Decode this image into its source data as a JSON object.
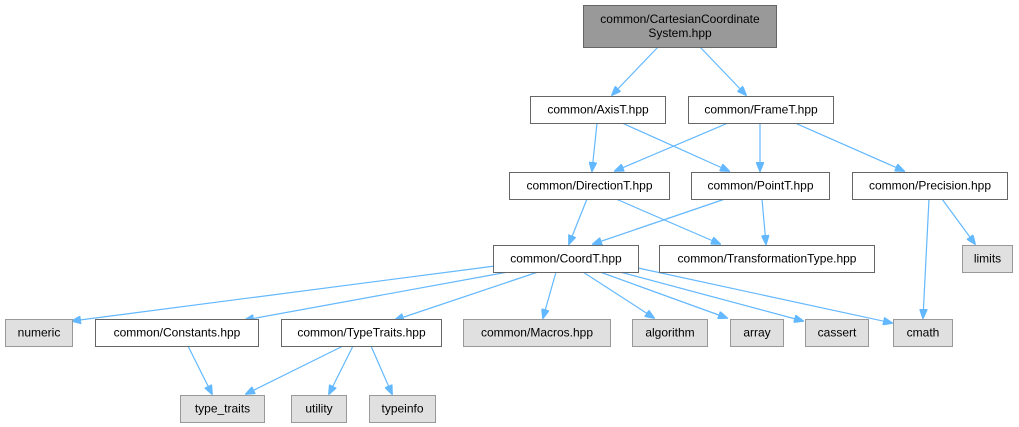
{
  "diagram": {
    "colors": {
      "focus_fill": "#999999",
      "focus_border": "#666666",
      "documented_fill": "#ffffff",
      "documented_border": "#666666",
      "external_fill": "#e0e0e0",
      "external_border": "#999999",
      "edge": "#63b8ff"
    },
    "nodes": [
      {
        "id": "cartesian",
        "lines": [
          "common/CartesianCoordinate",
          "System.hpp"
        ],
        "kind": "focus"
      },
      {
        "id": "axist",
        "lines": [
          "common/AxisT.hpp"
        ],
        "kind": "documented"
      },
      {
        "id": "framet",
        "lines": [
          "common/FrameT.hpp"
        ],
        "kind": "documented"
      },
      {
        "id": "directiont",
        "lines": [
          "common/DirectionT.hpp"
        ],
        "kind": "documented"
      },
      {
        "id": "pointt",
        "lines": [
          "common/PointT.hpp"
        ],
        "kind": "documented"
      },
      {
        "id": "precision",
        "lines": [
          "common/Precision.hpp"
        ],
        "kind": "documented"
      },
      {
        "id": "coordt",
        "lines": [
          "common/CoordT.hpp"
        ],
        "kind": "documented"
      },
      {
        "id": "transformationtype",
        "lines": [
          "common/TransformationType.hpp"
        ],
        "kind": "documented"
      },
      {
        "id": "limits",
        "lines": [
          "limits"
        ],
        "kind": "external"
      },
      {
        "id": "numeric",
        "lines": [
          "numeric"
        ],
        "kind": "external"
      },
      {
        "id": "constants",
        "lines": [
          "common/Constants.hpp"
        ],
        "kind": "documented"
      },
      {
        "id": "typetraits",
        "lines": [
          "common/TypeTraits.hpp"
        ],
        "kind": "documented"
      },
      {
        "id": "macros",
        "lines": [
          "common/Macros.hpp"
        ],
        "kind": "external"
      },
      {
        "id": "algorithm",
        "lines": [
          "algorithm"
        ],
        "kind": "external"
      },
      {
        "id": "array",
        "lines": [
          "array"
        ],
        "kind": "external"
      },
      {
        "id": "cassert",
        "lines": [
          "cassert"
        ],
        "kind": "external"
      },
      {
        "id": "cmath",
        "lines": [
          "cmath"
        ],
        "kind": "external"
      },
      {
        "id": "type_traits",
        "lines": [
          "type_traits"
        ],
        "kind": "external"
      },
      {
        "id": "utility",
        "lines": [
          "utility"
        ],
        "kind": "external"
      },
      {
        "id": "typeinfo",
        "lines": [
          "typeinfo"
        ],
        "kind": "external"
      }
    ],
    "edges": [
      {
        "from": "cartesian",
        "to": "axist"
      },
      {
        "from": "cartesian",
        "to": "framet"
      },
      {
        "from": "axist",
        "to": "directiont"
      },
      {
        "from": "axist",
        "to": "pointt"
      },
      {
        "from": "framet",
        "to": "directiont"
      },
      {
        "from": "framet",
        "to": "pointt"
      },
      {
        "from": "framet",
        "to": "precision"
      },
      {
        "from": "directiont",
        "to": "coordt"
      },
      {
        "from": "directiont",
        "to": "transformationtype"
      },
      {
        "from": "pointt",
        "to": "coordt"
      },
      {
        "from": "pointt",
        "to": "transformationtype"
      },
      {
        "from": "precision",
        "to": "limits"
      },
      {
        "from": "precision",
        "to": "cmath"
      },
      {
        "from": "coordt",
        "to": "numeric"
      },
      {
        "from": "coordt",
        "to": "constants"
      },
      {
        "from": "coordt",
        "to": "typetraits"
      },
      {
        "from": "coordt",
        "to": "macros"
      },
      {
        "from": "coordt",
        "to": "algorithm"
      },
      {
        "from": "coordt",
        "to": "array"
      },
      {
        "from": "coordt",
        "to": "cassert"
      },
      {
        "from": "coordt",
        "to": "cmath"
      },
      {
        "from": "constants",
        "to": "type_traits"
      },
      {
        "from": "typetraits",
        "to": "type_traits"
      },
      {
        "from": "typetraits",
        "to": "utility"
      },
      {
        "from": "typetraits",
        "to": "typeinfo"
      }
    ]
  }
}
